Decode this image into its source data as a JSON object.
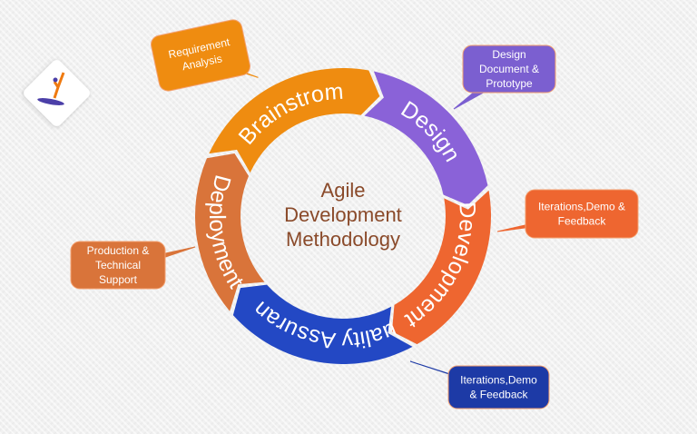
{
  "logo": {
    "alt": "logo"
  },
  "center_title": [
    "Agile",
    "Development",
    "Methodology"
  ],
  "segments": [
    {
      "label": "Brainstrom",
      "color": "#ef8c10"
    },
    {
      "label": "Design",
      "color": "#8a62d8"
    },
    {
      "label": "Development",
      "color": "#ee6630"
    },
    {
      "label": "Quality Assurance",
      "color": "#2348c4"
    },
    {
      "label": "Deployment",
      "color": "#d9743a"
    }
  ],
  "callouts": [
    {
      "lines": [
        "Requirement",
        "Analysis"
      ],
      "color": "#ef8c10"
    },
    {
      "lines": [
        "Design",
        "Document &",
        "Prototype"
      ],
      "color": "#7b5fd0"
    },
    {
      "lines": [
        "Iterations,Demo &",
        "Feedback"
      ],
      "color": "#ee6630"
    },
    {
      "lines": [
        "Iterations,Demo",
        "& Feedback"
      ],
      "color": "#1d3aa6"
    },
    {
      "lines": [
        "Production &",
        "Technical",
        "Support"
      ],
      "color": "#d9743a"
    }
  ]
}
